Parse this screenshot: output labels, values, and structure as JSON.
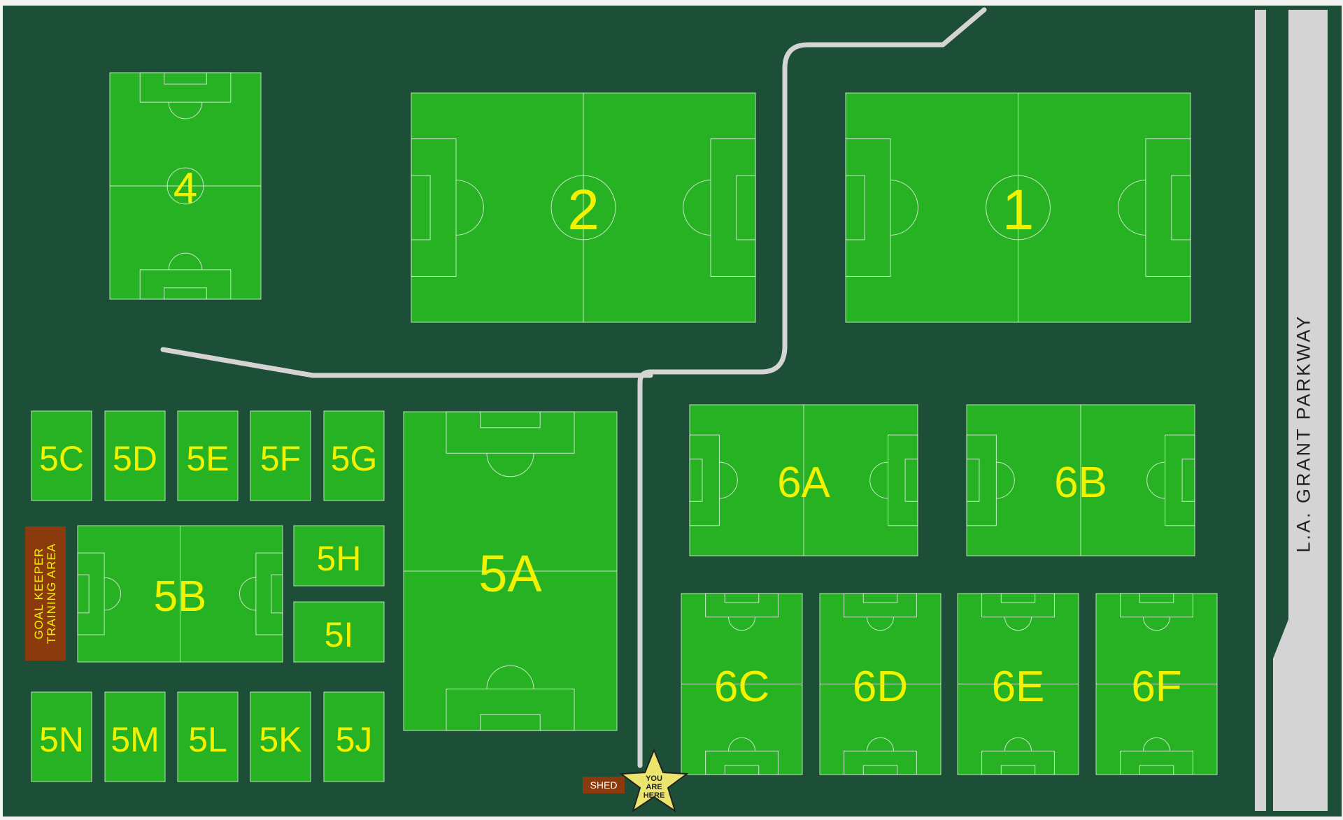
{
  "colors": {
    "background": "#1d4f38",
    "field": "#27b223",
    "field_line": "#e6f0e6",
    "path": "#d4d4d4",
    "label": "#f2f200",
    "building": "#8b3a0e",
    "star": "#ebe56e"
  },
  "road": {
    "label": "L.A.  GRANT  PARKWAY"
  },
  "goalkeeper_area": {
    "label_line1": "GOAL  KEEPER",
    "label_line2": "TRAINING  AREA"
  },
  "shed": {
    "label": "SHED"
  },
  "you_are_here": {
    "line1": "YOU",
    "line2": "ARE",
    "line3": "HERE"
  },
  "fields": [
    {
      "id": "4",
      "label": "4"
    },
    {
      "id": "2",
      "label": "2"
    },
    {
      "id": "1",
      "label": "1"
    },
    {
      "id": "5A",
      "label": "5A"
    },
    {
      "id": "5B",
      "label": "5B"
    },
    {
      "id": "5C",
      "label": "5C"
    },
    {
      "id": "5D",
      "label": "5D"
    },
    {
      "id": "5E",
      "label": "5E"
    },
    {
      "id": "5F",
      "label": "5F"
    },
    {
      "id": "5G",
      "label": "5G"
    },
    {
      "id": "5H",
      "label": "5H"
    },
    {
      "id": "5I",
      "label": "5I"
    },
    {
      "id": "5J",
      "label": "5J"
    },
    {
      "id": "5K",
      "label": "5K"
    },
    {
      "id": "5L",
      "label": "5L"
    },
    {
      "id": "5M",
      "label": "5M"
    },
    {
      "id": "5N",
      "label": "5N"
    },
    {
      "id": "6A",
      "label": "6A"
    },
    {
      "id": "6B",
      "label": "6B"
    },
    {
      "id": "6C",
      "label": "6C"
    },
    {
      "id": "6D",
      "label": "6D"
    },
    {
      "id": "6E",
      "label": "6E"
    },
    {
      "id": "6F",
      "label": "6F"
    }
  ]
}
